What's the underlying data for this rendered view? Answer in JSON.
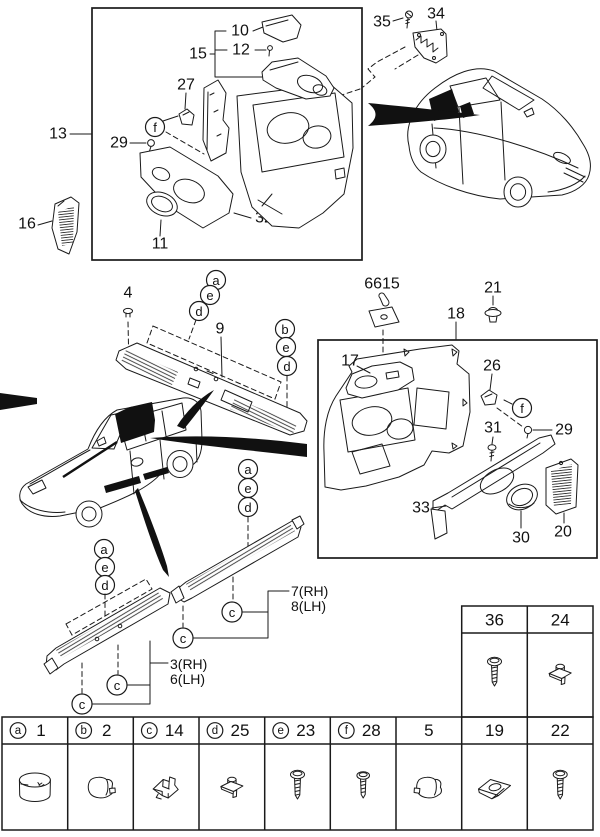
{
  "page": {
    "background": "#ffffff",
    "line_color": "#1a1a1a",
    "kind": "body-trim-parts-diagram"
  },
  "t": {
    "n4": "4",
    "n9": "9",
    "n10": "10",
    "n11": "11",
    "n12": "12",
    "n13": "13",
    "n15": "15",
    "n16": "16",
    "n17": "17",
    "n18": "18",
    "n20": "20",
    "n21": "21",
    "n26": "26",
    "n27": "27",
    "n29": "29",
    "n30": "30",
    "n31": "31",
    "n32": "32",
    "n33": "33",
    "n34": "34",
    "n35": "35",
    "n6615": "6615",
    "rh7": "7(RH)",
    "lh8": "8(LH)",
    "rh3": "3(RH)",
    "lh6": "6(LH)",
    "a": "a",
    "b": "b",
    "c": "c",
    "d": "d",
    "e": "e",
    "f": "f"
  },
  "fastener_table": {
    "small": {
      "cells": [
        {
          "num": "36",
          "icon": "screw-icon"
        },
        {
          "num": "24",
          "icon": "push-pin-clip-icon"
        }
      ]
    },
    "main": {
      "cells": [
        {
          "letter": "a",
          "num": "1",
          "icon": "cap-clip-icon"
        },
        {
          "letter": "b",
          "num": "2",
          "icon": "cap-clip-icon"
        },
        {
          "letter": "c",
          "num": "14",
          "icon": "bracket-clip-icon"
        },
        {
          "letter": "d",
          "num": "25",
          "icon": "push-pin-clip-icon"
        },
        {
          "letter": "e",
          "num": "23",
          "icon": "screw-icon"
        },
        {
          "letter": "f",
          "num": "28",
          "icon": "screw-icon"
        },
        {
          "letter": "",
          "num": "5",
          "icon": "cap-clip-icon"
        },
        {
          "letter": "",
          "num": "19",
          "icon": "u-nut-clip-icon"
        },
        {
          "letter": "",
          "num": "22",
          "icon": "screw-icon"
        }
      ]
    }
  }
}
